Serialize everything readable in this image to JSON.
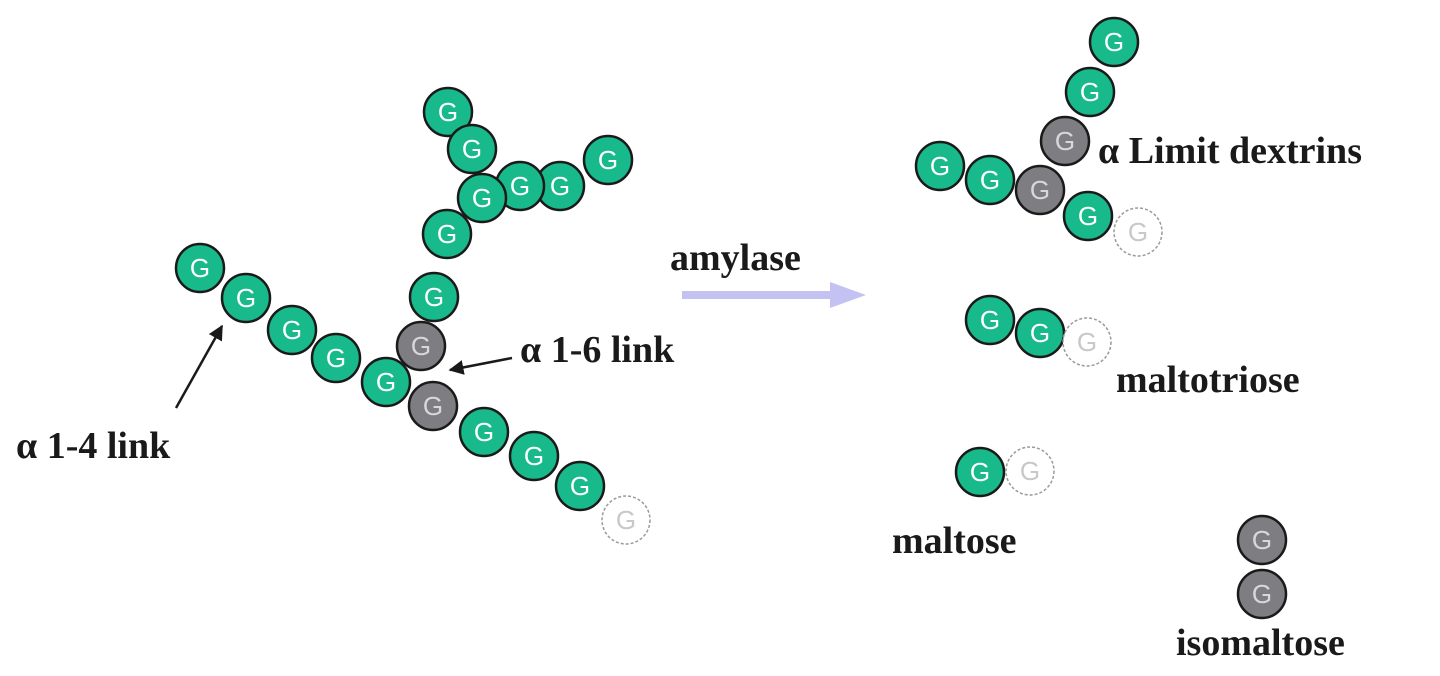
{
  "unit_letter": "G",
  "colors": {
    "alpha14": "#18b98a",
    "alpha16": "#7e7e82",
    "reducing_end": "#ffffff",
    "outline": "#1a1a1a",
    "arrow": "#c4c2f2"
  },
  "labels": {
    "enzyme": "amylase",
    "link14": "α 1-4 link",
    "link16": "α 1-6 link",
    "limit_dextrins": "α Limit dextrins",
    "maltotriose": "maltotriose",
    "maltose": "maltose",
    "isomaltose": "isomaltose"
  }
}
